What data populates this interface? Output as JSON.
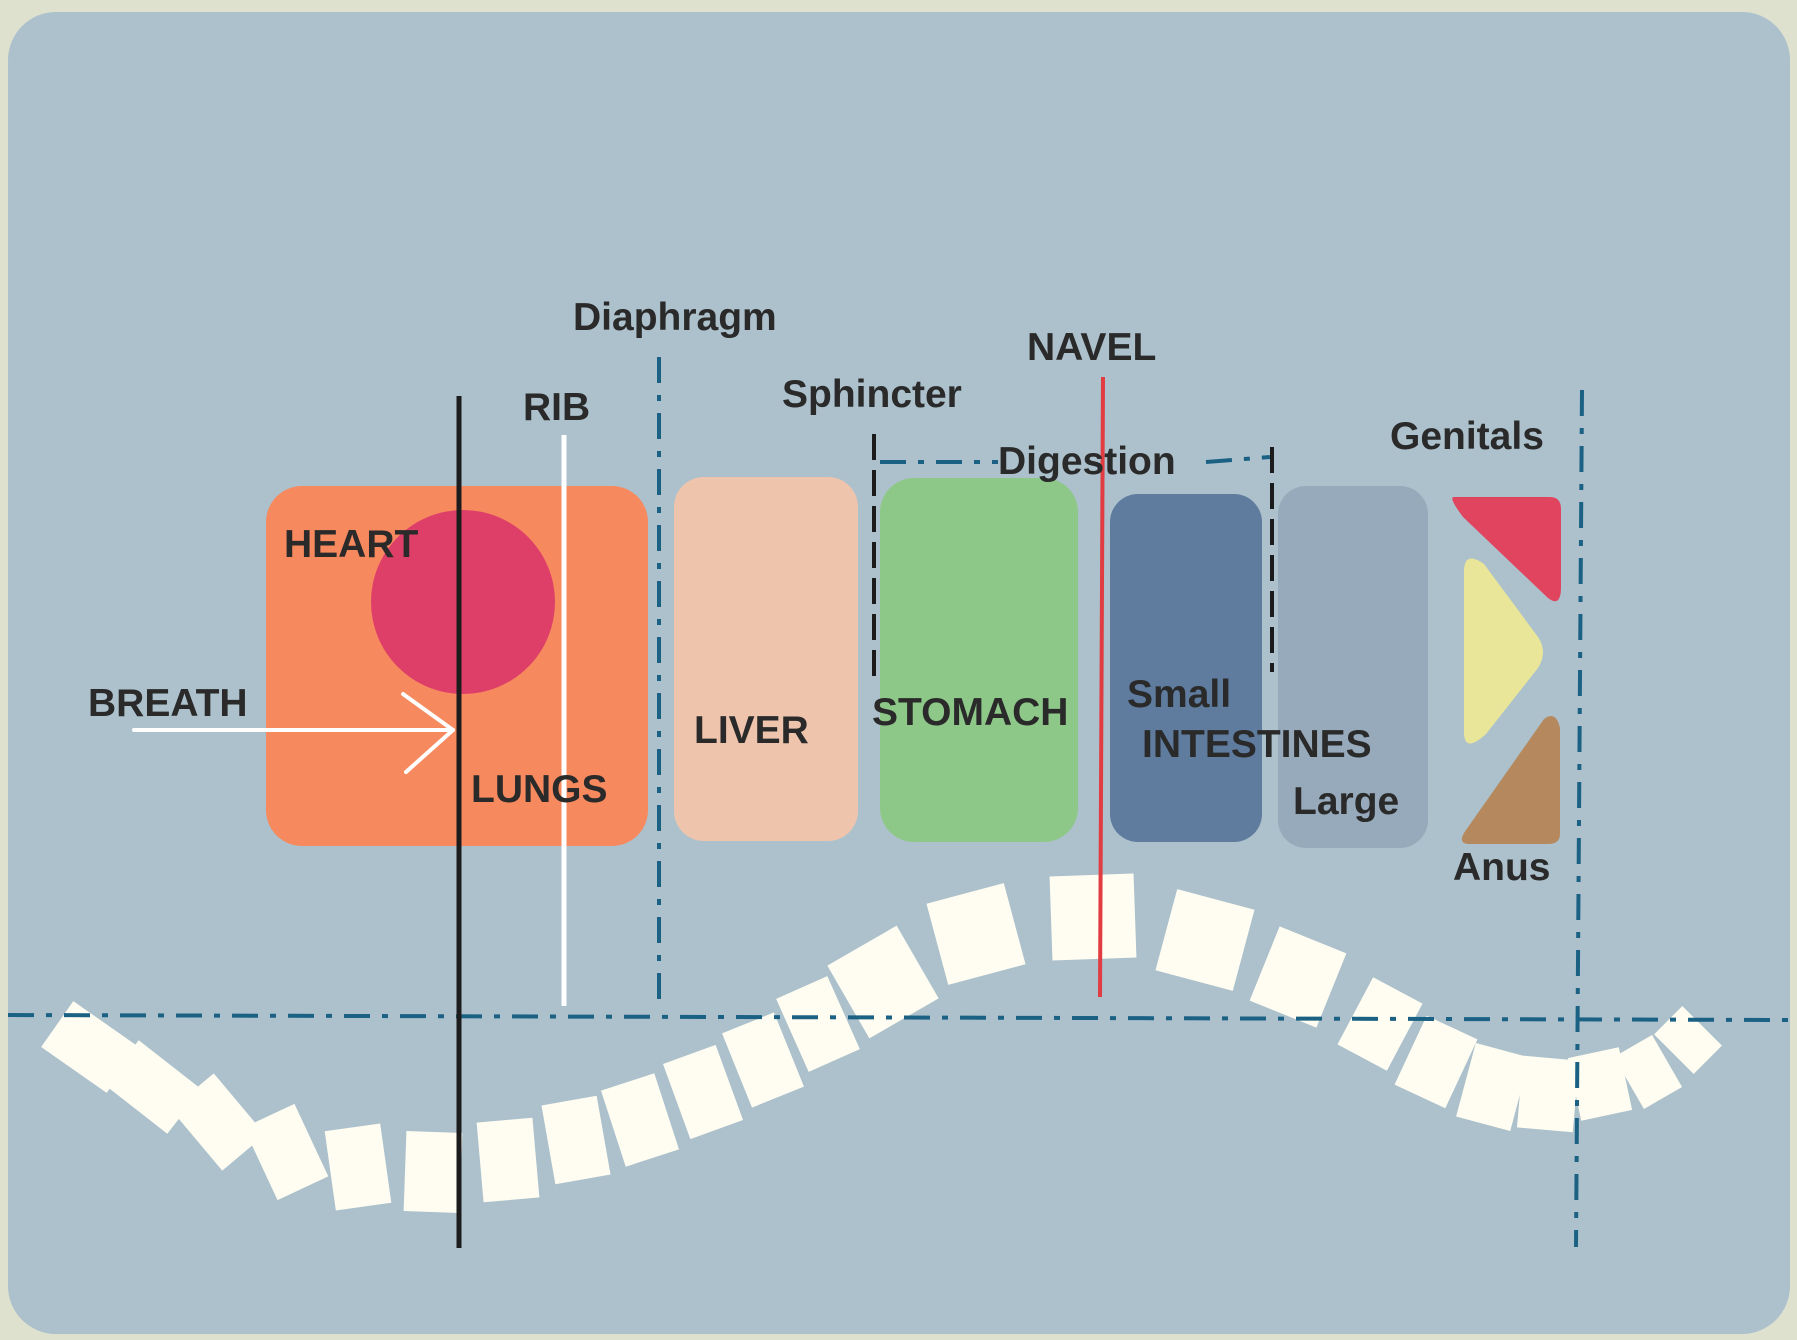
{
  "labels": {
    "diaphragm": "Diaphragm",
    "navel": "NAVEL",
    "rib": "RIB",
    "sphincter": "Sphincter",
    "digestion": "Digestion",
    "genitals": "Genitals",
    "heart": "HEART",
    "breath": "BREATH",
    "lungs": "LUNGS",
    "liver": "LIVER",
    "stomach": "STOMACH",
    "small": "Small",
    "intestines": "INTESTINES",
    "large": "Large",
    "anus": "Anus"
  },
  "colors": {
    "background": "#acc1cc",
    "lungs": "#f7895f",
    "heart": "#de3f69",
    "liver": "#efc4ad",
    "stomach": "#8ec889",
    "small_intestine": "#5f7c9f",
    "large_intestine": "#97aabb",
    "genitals": "#e0445f",
    "middle_triangle": "#e9e69a",
    "anus": "#b5895d",
    "vertebrae": "#fffdf2",
    "guide_line": "#1b6184",
    "navel_line": "#e03c41",
    "spine_line": "#1c1c1c"
  }
}
